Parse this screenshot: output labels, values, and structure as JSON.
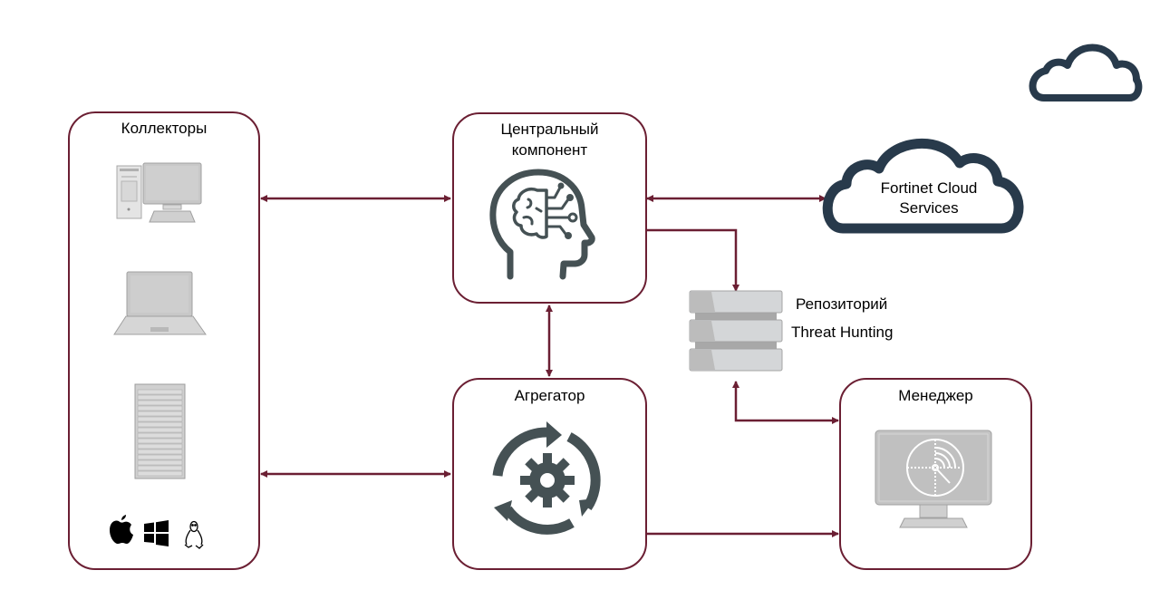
{
  "nodes": {
    "collectors": {
      "title": "Коллекторы",
      "devices": [
        "desktop-computer",
        "laptop",
        "server-rack"
      ],
      "os": [
        "apple",
        "windows",
        "linux"
      ]
    },
    "central": {
      "title_line1": "Центральный",
      "title_line2": "компонент",
      "icon": "brain-head"
    },
    "aggregator": {
      "title": "Агрегатор",
      "icon": "gear-cycle"
    },
    "manager": {
      "title": "Менеджер",
      "icon": "radar-monitor"
    },
    "cloud": {
      "line1": "Fortinet Cloud",
      "line2": "Services"
    },
    "repository": {
      "line1": "Репозиторий",
      "line2": "Threat Hunting"
    }
  },
  "edges": [
    {
      "from": "collectors",
      "to": "central",
      "direction": "both"
    },
    {
      "from": "collectors",
      "to": "aggregator",
      "direction": "both"
    },
    {
      "from": "central",
      "to": "aggregator",
      "direction": "both"
    },
    {
      "from": "central",
      "to": "cloud",
      "direction": "both"
    },
    {
      "from": "central",
      "to": "repository",
      "direction": "forward"
    },
    {
      "from": "repository",
      "to": "manager",
      "direction": "both"
    },
    {
      "from": "aggregator",
      "to": "manager",
      "direction": "forward"
    }
  ],
  "colors": {
    "connector": "#6b1f33",
    "icon_dark": "#455154",
    "cloud": "#283a4b",
    "device_gray": "#c8c8c8"
  }
}
